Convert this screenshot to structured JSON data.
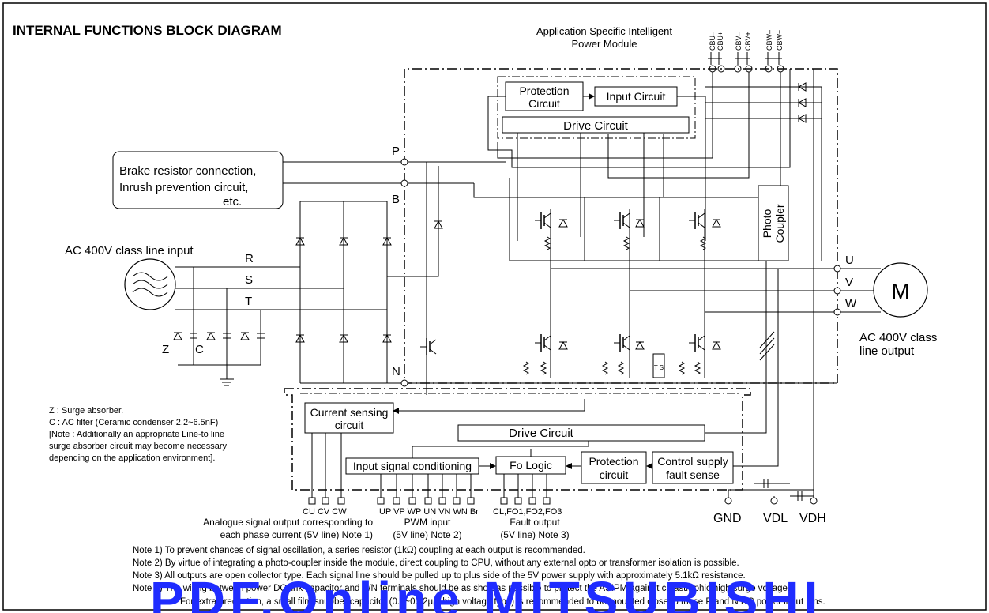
{
  "title": "INTERNAL FUNCTIONS BLOCK DIAGRAM",
  "module_name_1": "Application Specific Intelligent",
  "module_name_2": "Power Module",
  "top_pins": [
    "CBU–",
    "CBU+",
    "CBV–",
    "CBV+",
    "CBW–",
    "CBW+"
  ],
  "blocks": {
    "protection_1": "Protection",
    "protection_2": "Circuit",
    "input_circuit": "Input Circuit",
    "drive_circuit_top": "Drive Circuit",
    "photo": "Photo",
    "coupler": "Coupler",
    "brake_1": "Brake resistor connection,",
    "brake_2": "Inrush prevention circuit,",
    "brake_3": "etc.",
    "current_sensing_1": "Current sensing",
    "current_sensing_2": "circuit",
    "drive_circuit_bottom": "Drive Circuit",
    "input_signal": "Input signal conditioning",
    "fo_logic": "Fo Logic",
    "protection_b1": "Protection",
    "protection_b2": "circuit",
    "control_supply_1": "Control supply",
    "control_supply_2": "fault sense",
    "ts": "T S"
  },
  "terminals": {
    "p": "P",
    "b": "B",
    "n": "N",
    "r": "R",
    "s": "S",
    "t": "T",
    "u": "U",
    "v": "V",
    "w": "W",
    "motor": "M",
    "z": "Z",
    "c": "C",
    "gnd": "GND",
    "vdl": "VDL",
    "vdh": "VDH"
  },
  "ac_input": "AC 400V class line input",
  "ac_output_1": "AC 400V class",
  "ac_output_2": "line output",
  "legend": {
    "z": "Z : Surge absorber.",
    "c": "C : AC filter (Ceramic condenser 2.2~6.5nF)",
    "note_1": "[Note : Additionally an appropriate Line-to line",
    "note_2": "surge absorber circuit may become necessary",
    "note_3": "depending on the application environment]."
  },
  "bottom_pins": {
    "cu_cv_cw": "CU CV CW",
    "pwm_pins": "UP VP WP UN VN WN Br",
    "fault_pins": "CL,FO1,FO2,FO3"
  },
  "captions": {
    "analogue_1": "Analogue signal output corresponding to",
    "analogue_2": "each phase current (5V line) Note 1)",
    "pwm_1": "PWM input",
    "pwm_2": "(5V line) Note 2)",
    "fault_1": "Fault output",
    "fault_2": "(5V line) Note 3)"
  },
  "notes": [
    "Note 1) To prevent chances of signal oscillation, a series resistor (1kΩ) coupling at each output is recommended.",
    "Note 2) By virtue of integrating a photo-coupler inside the module, direct coupling to CPU, without any external opto or transformer isolation is possible.",
    "Note 3) All outputs are open collector type. Each signal line should be pulled up to plus side of the 5V power supply with approximately 5.1kΩ resistance.",
    "Note 4) The wiring between power DC link capacitor and P/N terminals should be as short as possible to protect the ASIPM against catastrophic high surge voltage.",
    "For extra precaution, a small film snubber capacitor (0.1~0.22μF, high voltage type) is recommended to be mounted close to these P and N DC power input pins."
  ],
  "watermark": "PDF.Online  MITSUBISHI"
}
